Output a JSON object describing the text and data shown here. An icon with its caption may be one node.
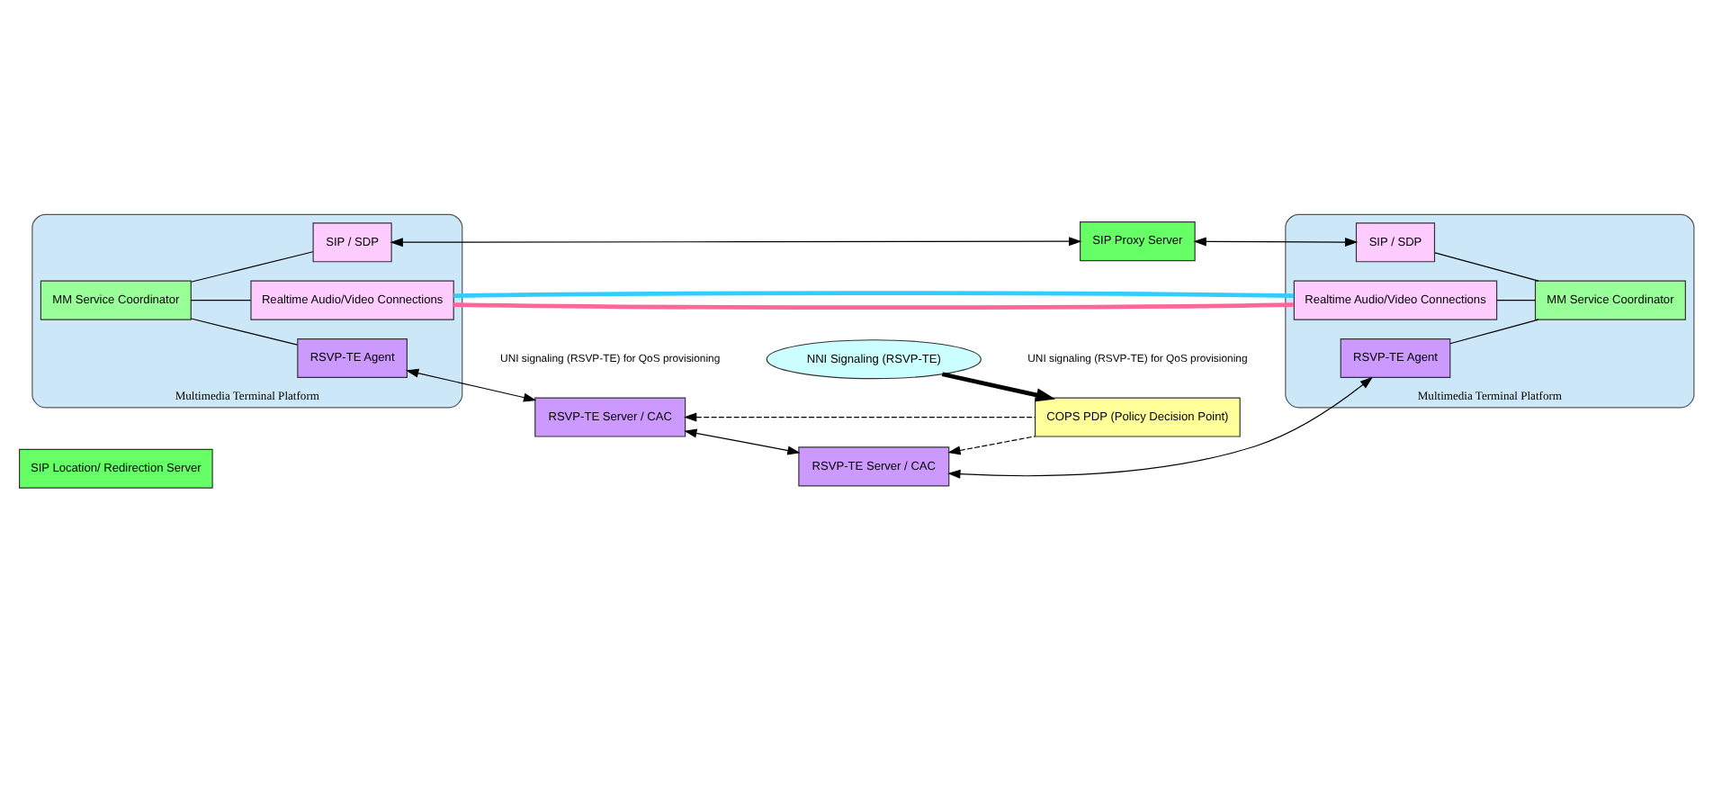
{
  "diagram": {
    "nodes": [
      {
        "text": [
          "Multimedia Terminal Platform"
        ]
      },
      {
        "text": [
          "MM Service Coordinator"
        ],
        "in": 0
      },
      {
        "text": [
          "SIP / SDP"
        ],
        "in": 0
      },
      {
        "text": [
          "Realtime Audio/Video Connections"
        ],
        "in": 0
      },
      {
        "text": [
          "RSVP-TE Agent"
        ],
        "in": 0
      },
      {
        "text": [
          "SIP Location/ Redirection Server"
        ]
      },
      {
        "text": [
          "SIP Proxy Server"
        ]
      },
      {
        "text": [
          "NNI Signaling (RSVP-TE)"
        ]
      },
      {
        "text": [
          "RSVP-TE Server / CAC"
        ]
      },
      {
        "text": [
          "RSVP-TE Server / CAC"
        ]
      },
      {
        "text": [
          "Multimedia Terminal Platform"
        ]
      },
      {
        "text": [
          "SIP / SDP"
        ],
        "in": 10
      },
      {
        "text": [
          "Realtime Audio/Video Connections"
        ],
        "in": 10
      },
      {
        "text": [
          "RSVP-TE Agent"
        ],
        "in": 10
      },
      {
        "text": [
          "MM Service Coordinator"
        ],
        "in": 10
      },
      {
        "text": [
          "COPS PDP (Policy Decision Point)"
        ]
      }
    ],
    "edges": [
      {
        "from": 1,
        "to": 2,
        "arrow": "none"
      },
      {
        "from": 1,
        "to": 3,
        "arrow": "none"
      },
      {
        "from": 1,
        "to": 4,
        "arrow": "none"
      },
      {
        "from": 2,
        "to": 6,
        "arrow": "both"
      },
      {
        "from": 6,
        "to": 11,
        "arrow": "both"
      },
      {
        "from": 3,
        "to": 12,
        "arrow": "none",
        "style": "thick",
        "color": "#ff6699"
      },
      {
        "from": 3,
        "to": 12,
        "arrow": "none",
        "style": "thick",
        "color": "#33ccff"
      },
      {
        "from": 4,
        "to": 8,
        "arrow": "both"
      },
      {
        "from": 8,
        "to": 9,
        "arrow": "both"
      },
      {
        "from": 9,
        "to": 13,
        "arrow": "both"
      },
      {
        "from": 7,
        "to": 15,
        "arrow": "to",
        "style": "thick"
      },
      {
        "from": 15,
        "to": 8,
        "arrow": "to",
        "style": "dashed"
      },
      {
        "from": 15,
        "to": 9,
        "arrow": "to",
        "style": "dashed"
      },
      {
        "from": 14,
        "to": 11,
        "arrow": "none"
      },
      {
        "from": 14,
        "to": 12,
        "arrow": "none"
      },
      {
        "from": 14,
        "to": 13,
        "arrow": "none"
      }
    ],
    "labels": [
      "UNI signaling (RSVP-TE) for QoS provisioning",
      "UNI signaling (RSVP-TE) for QoS provisioning"
    ]
  }
}
